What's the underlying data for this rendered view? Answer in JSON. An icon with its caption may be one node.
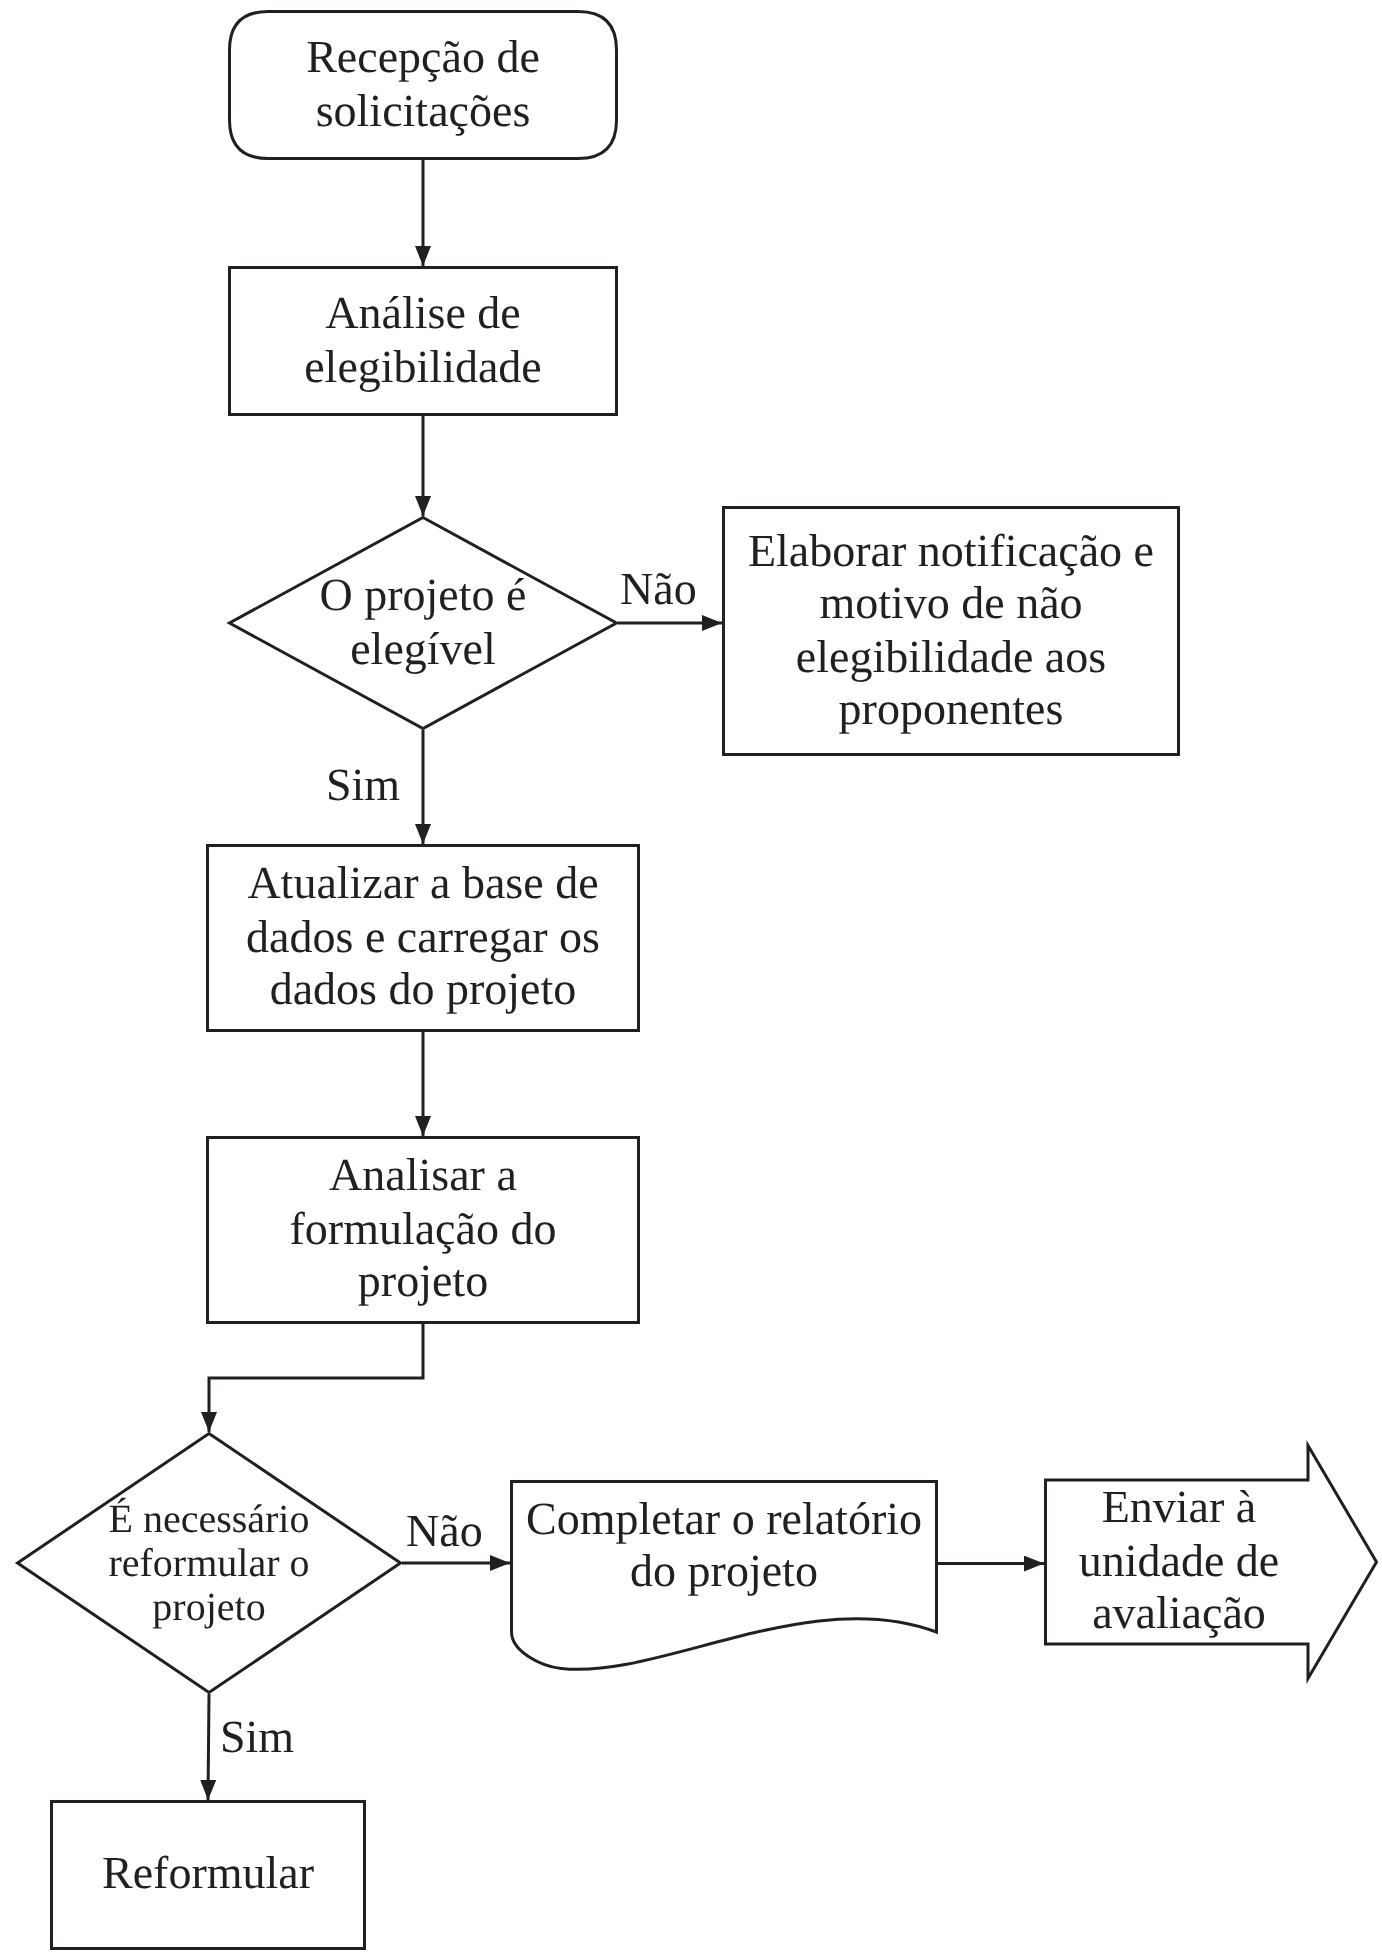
{
  "diagram": {
    "nodes": [
      {
        "text": [
          "Recepção de solicitações"
        ]
      },
      {
        "text": [
          "Análise de elegibilidade"
        ]
      },
      {
        "text": [
          "O projeto é elegível"
        ]
      },
      {
        "text": [
          "Elaborar notificação e motivo de não elegibilidade aos proponentes"
        ]
      },
      {
        "text": [
          "Atualizar a base de dados e carregar os dados do projeto"
        ]
      },
      {
        "text": [
          "Analisar a formulação do projeto"
        ]
      },
      {
        "text": [
          "É necessário reformular o projeto"
        ]
      },
      {
        "text": [
          "Completar o relatório do projeto"
        ]
      },
      {
        "text": [
          "Enviar à unidade de avaliação"
        ]
      },
      {
        "text": [
          "Reformular"
        ]
      }
    ],
    "edges": [
      {
        "from": 0,
        "to": 1,
        "arrow": "to"
      },
      {
        "from": 1,
        "to": 2,
        "arrow": "to"
      },
      {
        "from": 2,
        "to": 3,
        "arrow": "to",
        "label": "Não"
      },
      {
        "from": 2,
        "to": 4,
        "arrow": "to",
        "label": "Sim"
      },
      {
        "from": 4,
        "to": 5,
        "arrow": "to"
      },
      {
        "from": 5,
        "to": 6,
        "arrow": "to"
      },
      {
        "from": 6,
        "to": 7,
        "arrow": "to",
        "label": "Não"
      },
      {
        "from": 7,
        "to": 8,
        "arrow": "to"
      },
      {
        "from": 6,
        "to": 9,
        "arrow": "to",
        "label": "Sim"
      }
    ]
  }
}
